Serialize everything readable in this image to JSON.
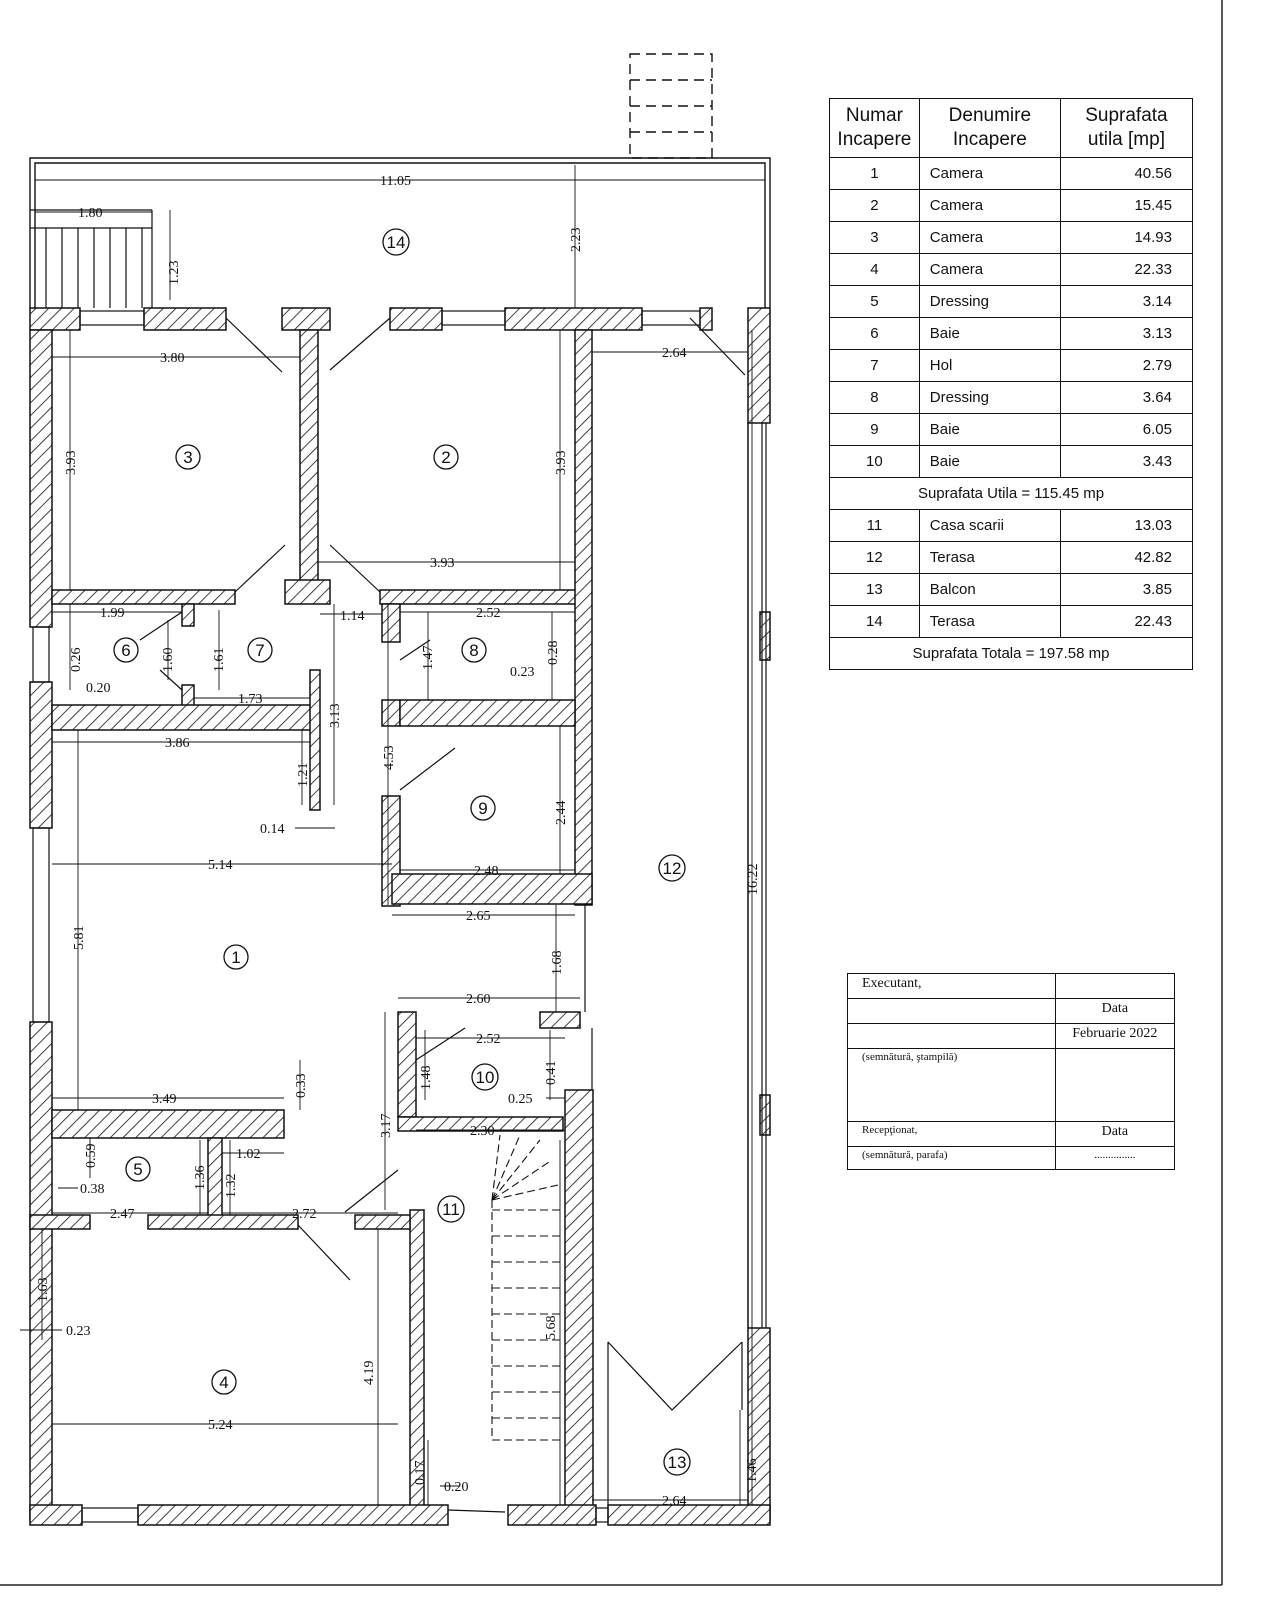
{
  "room_table": {
    "headers": {
      "number_l1": "Numar",
      "number_l2": "Incapere",
      "name_l1": "Denumire",
      "name_l2": "Incapere",
      "area_l1": "Suprafata",
      "area_l2": "utila [mp]"
    },
    "rooms": [
      {
        "nr": "1",
        "name": "Camera",
        "area": "40.56"
      },
      {
        "nr": "2",
        "name": "Camera",
        "area": "15.45"
      },
      {
        "nr": "3",
        "name": "Camera",
        "area": "14.93"
      },
      {
        "nr": "4",
        "name": "Camera",
        "area": "22.33"
      },
      {
        "nr": "5",
        "name": "Dressing",
        "area": "3.14"
      },
      {
        "nr": "6",
        "name": "Baie",
        "area": "3.13"
      },
      {
        "nr": "7",
        "name": "Hol",
        "area": "2.79"
      },
      {
        "nr": "8",
        "name": "Dressing",
        "area": "3.64"
      },
      {
        "nr": "9",
        "name": "Baie",
        "area": "6.05"
      },
      {
        "nr": "10",
        "name": "Baie",
        "area": "3.43"
      }
    ],
    "useful_total": "Suprafata Utila =  115.45 mp",
    "other_rooms": [
      {
        "nr": "11",
        "name": "Casa scarii",
        "area": "13.03"
      },
      {
        "nr": "12",
        "name": "Terasa",
        "area": "42.82"
      },
      {
        "nr": "13",
        "name": "Balcon",
        "area": "3.85"
      },
      {
        "nr": "14",
        "name": "Terasa",
        "area": "22.43"
      }
    ],
    "grand_total": "Suprafata Totala = 197.58 mp"
  },
  "signature_block": {
    "executant": "Executant,",
    "data_label": "Data",
    "date": "Februarie 2022",
    "sign_stamp": "(semnătură, ştampilă)",
    "receptionat": "Recepţionat,",
    "data_label_2": "Data",
    "sign_parafa": "(semnătură, parafa)",
    "dots": "..............."
  },
  "plan": {
    "room_numbers": [
      "1",
      "2",
      "3",
      "4",
      "5",
      "6",
      "7",
      "8",
      "9",
      "10",
      "11",
      "12",
      "13",
      "14"
    ],
    "dimensions": [
      "11.05",
      "1.80",
      "1.23",
      "2.23",
      "3.80",
      "2.64",
      "3.93",
      "3.93",
      "3.93",
      "1.99",
      "1.14",
      "2.52",
      "0.26",
      "0.20",
      "1.60",
      "1.61",
      "1.73",
      "3.13",
      "1.47",
      "0.23",
      "0.28",
      "3.86",
      "1.21",
      "4.53",
      "0.14",
      "2.44",
      "5.14",
      "2.48",
      "16.22",
      "2.65",
      "5.81",
      "1.68",
      "2.60",
      "2.52",
      "1.48",
      "0.41",
      "0.33",
      "3.49",
      "0.25",
      "0.59",
      "3.17",
      "2.30",
      "1.02",
      "1.36",
      "1.32",
      "0.38",
      "2.47",
      "2.72",
      "1.63",
      "0.23",
      "5.68",
      "4.19",
      "5.24",
      "0.17",
      "0.20",
      "1.46",
      "2.64"
    ]
  }
}
